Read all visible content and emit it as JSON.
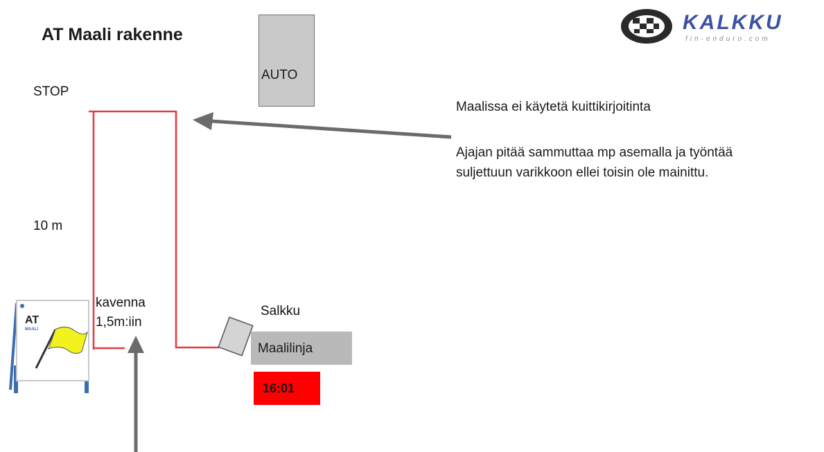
{
  "title": "AT Maali rakenne",
  "labels": {
    "stop": "STOP",
    "distance": "10 m",
    "narrow_line1": "kavenna",
    "narrow_line2": "1,5m:iin",
    "case": "Salkku",
    "car": "AUTO",
    "finish_line": "Maalilinja",
    "time": "16:01"
  },
  "notes": {
    "note1": "Maalissa ei käytetä kuittikirjoitinta",
    "note2_line1": "Ajajan pitää sammuttaa mp asemalla ja työntää",
    "note2_line2": "suljettuun varikkoon ellei toisin ole mainittu."
  },
  "logo": {
    "name": "KALKKU",
    "tagline": "fin-enduro.com"
  },
  "sign": {
    "line1": "AT",
    "line2": "MAALI"
  },
  "colors": {
    "lane": "#e8393d",
    "arrow": "#6b6b6b",
    "time_bg": "#ff0000",
    "box_gray": "#c9c9c9",
    "logo_blue": "#3b52a3",
    "flag_yellow": "#f2f21e"
  }
}
